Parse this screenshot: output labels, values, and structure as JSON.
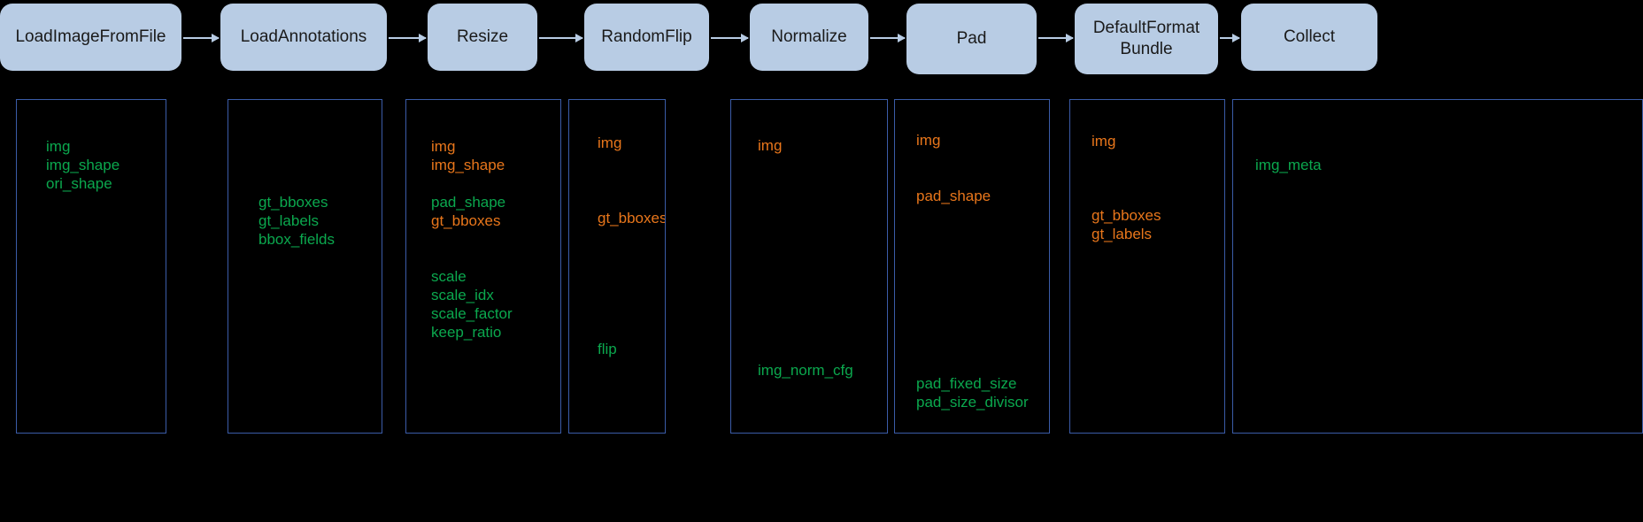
{
  "diagram": {
    "title": "MMDetection data pipeline",
    "background_color": "#000000",
    "stage_box_color": "#b8cce4",
    "panel_border_color": "#3b5ca8",
    "legend": {
      "new_key_color": "#0ba84e",
      "modified_key_color": "#e8761b"
    }
  },
  "stages": [
    {
      "name": "LoadImageFromFile",
      "label": "LoadImageFromFile",
      "fields": [
        {
          "text": "img",
          "status": "new"
        },
        {
          "text": "img_shape",
          "status": "new"
        },
        {
          "text": "ori_shape",
          "status": "new"
        }
      ]
    },
    {
      "name": "LoadAnnotations",
      "label": "LoadAnnotations",
      "fields": [
        {
          "text": "gt_bboxes",
          "status": "new"
        },
        {
          "text": "gt_labels",
          "status": "new"
        },
        {
          "text": "bbox_fields",
          "status": "new"
        }
      ]
    },
    {
      "name": "Resize",
      "label": "Resize",
      "fields": [
        {
          "text": "img",
          "status": "modified"
        },
        {
          "text": "img_shape",
          "status": "modified"
        },
        {
          "text": "pad_shape",
          "status": "new"
        },
        {
          "text": "gt_bboxes",
          "status": "modified"
        },
        {
          "text": "scale",
          "status": "new"
        },
        {
          "text": "scale_idx",
          "status": "new"
        },
        {
          "text": "scale_factor",
          "status": "new"
        },
        {
          "text": "keep_ratio",
          "status": "new"
        }
      ]
    },
    {
      "name": "RandomFlip",
      "label": "RandomFlip",
      "fields": [
        {
          "text": "img",
          "status": "modified"
        },
        {
          "text": "gt_bboxes",
          "status": "modified"
        },
        {
          "text": "flip",
          "status": "new"
        }
      ]
    },
    {
      "name": "Normalize",
      "label": "Normalize",
      "fields": [
        {
          "text": "img",
          "status": "modified"
        },
        {
          "text": "img_norm_cfg",
          "status": "new"
        }
      ]
    },
    {
      "name": "Pad",
      "label": "Pad",
      "fields": [
        {
          "text": "img",
          "status": "modified"
        },
        {
          "text": "pad_shape",
          "status": "modified"
        },
        {
          "text": "pad_fixed_size",
          "status": "new"
        },
        {
          "text": "pad_size_divisor",
          "status": "new"
        }
      ]
    },
    {
      "name": "DefaultFormatBundle",
      "label": "DefaultFormat\nBundle",
      "fields": [
        {
          "text": "img",
          "status": "modified"
        },
        {
          "text": "gt_bboxes",
          "status": "modified"
        },
        {
          "text": "gt_labels",
          "status": "modified"
        }
      ]
    },
    {
      "name": "Collect",
      "label": "Collect",
      "fields": [
        {
          "text": "img_meta",
          "status": "new"
        }
      ]
    }
  ]
}
